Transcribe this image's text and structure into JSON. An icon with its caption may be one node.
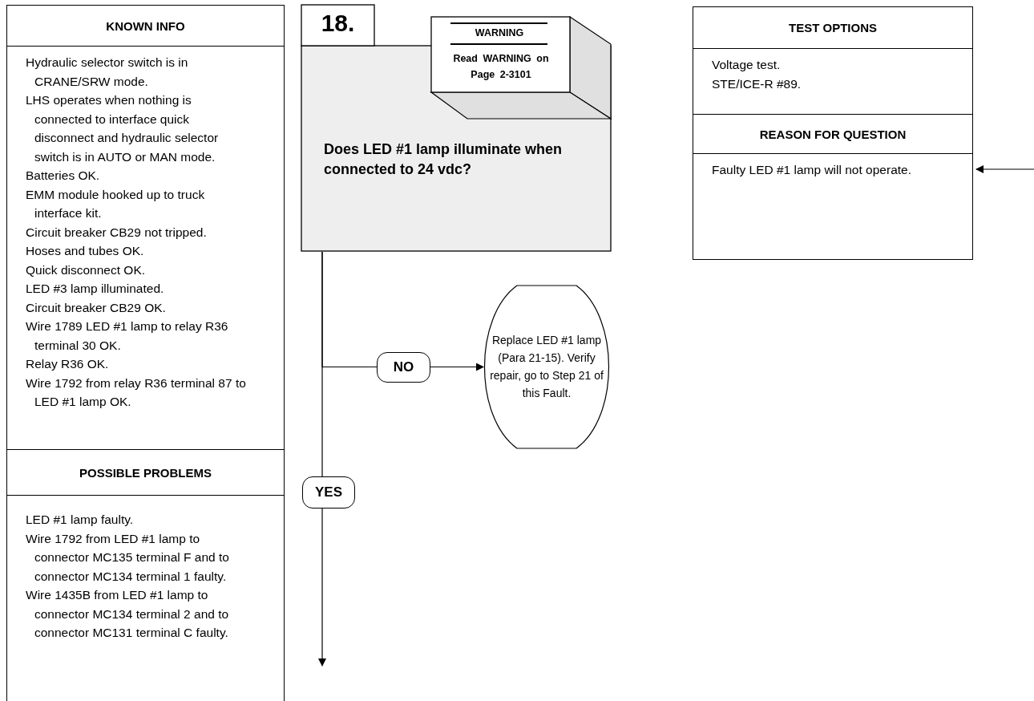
{
  "diagram": {
    "nodes": [
      {
        "text": [
          "KNOWN INFO",
          "Hydraulic selector switch is in CRANE/SRW mode.",
          "LHS operates when nothing is connected to interface quick disconnect and hydraulic selector switch is in AUTO or MAN mode.",
          "Batteries OK.",
          "EMM module hooked up to truck interface kit.",
          "Circuit breaker CB29 not tripped.",
          "Hoses and tubes OK.",
          "Quick disconnect OK.",
          "LED #3 lamp illuminated.",
          "Circuit breaker CB29 OK.",
          "Wire 1789 LED #1 lamp to relay R36 terminal 30 OK.",
          "Relay R36 OK.",
          "Wire 1792 from relay R36 terminal 87 to LED #1 lamp OK."
        ]
      },
      {
        "text": [
          "POSSIBLE PROBLEMS",
          "LED #1 lamp faulty.",
          "Wire 1792 from LED #1 lamp to connector MC135 terminal F and to connector MC134 terminal 1 faulty.",
          "Wire 1435B from LED #1 lamp to connector MC134 terminal 2 and to connector MC131 terminal C faulty."
        ]
      },
      {
        "text": [
          "18.",
          "Does LED #1 lamp illuminate when connected to 24 vdc?"
        ]
      },
      {
        "text": [
          "WARNING",
          "Read WARNING on Page 2-3101"
        ]
      },
      {
        "text": [
          "Replace LED #1 lamp (Para 21-15). Verify repair, go to Step 21 of this Fault."
        ]
      },
      {
        "text": [
          "TEST OPTIONS",
          "Voltage test.",
          "STE/ICE-R #89."
        ]
      },
      {
        "text": [
          "REASON FOR QUESTION",
          "Faulty LED #1 lamp will not operate."
        ]
      }
    ],
    "edges": [
      {
        "from": 2,
        "to": 4,
        "arrow": "to",
        "label": "NO"
      },
      {
        "from": 2,
        "to": null,
        "arrow": "to",
        "label": "YES"
      },
      {
        "from": null,
        "to": 6,
        "arrow": "to"
      }
    ]
  }
}
